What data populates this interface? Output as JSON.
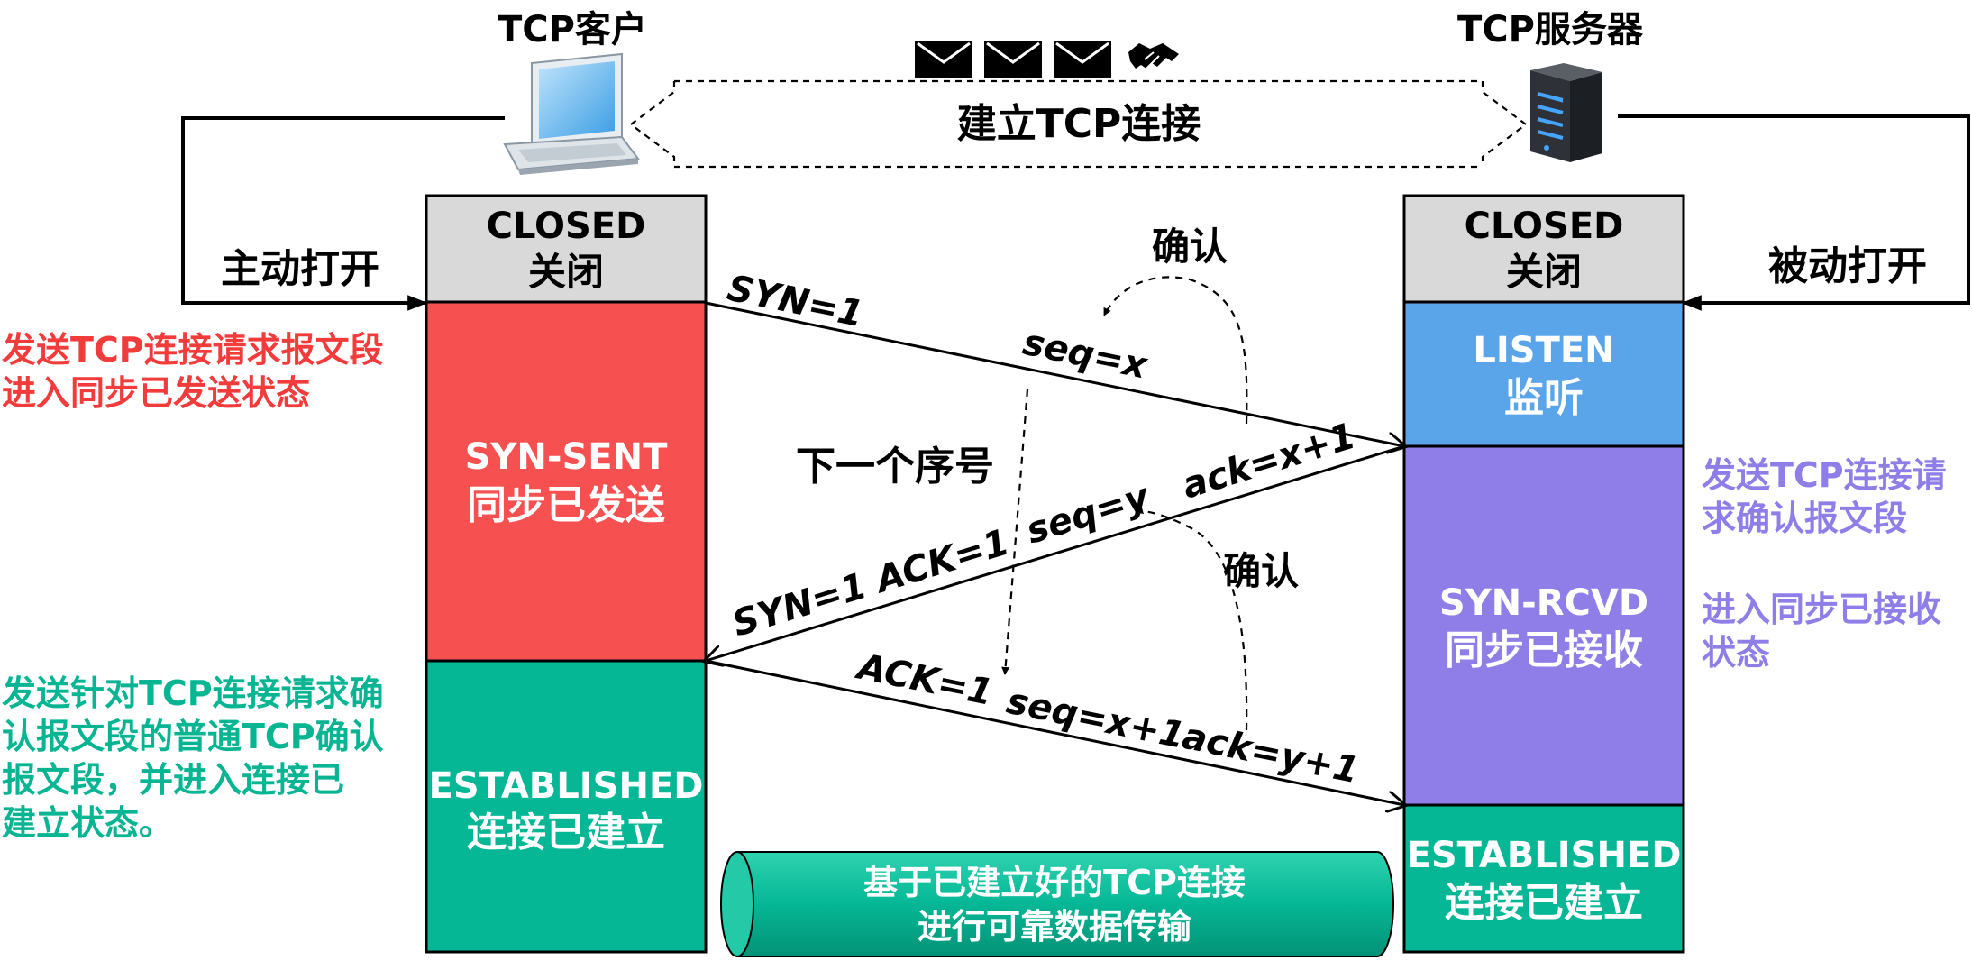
{
  "colors": {
    "closed": "#d9d9d9",
    "syn_sent": "#f75050",
    "established": "#05b795",
    "listen": "#5aa5ea",
    "syn_rcvd": "#8f7ee8",
    "note_red": "#f23b3b",
    "note_green": "#07b592",
    "note_purple": "#8f7ee8",
    "line": "#000000"
  },
  "header": {
    "client_title": "TCP客户",
    "server_title": "TCP服务器",
    "connection_label": "建立TCP连接",
    "icons": [
      "envelope-icon",
      "envelope-icon",
      "envelope-icon",
      "handshake-icon"
    ]
  },
  "client": {
    "open_label": "主动打开",
    "states": [
      {
        "name": "CLOSED",
        "cn": "关闭"
      },
      {
        "name": "SYN-SENT",
        "cn": "同步已发送"
      },
      {
        "name": "ESTABLISHED",
        "cn": "连接已建立"
      }
    ],
    "notes": {
      "syn_sent": [
        "发送TCP连接请求报文段",
        "进入同步已发送状态"
      ],
      "established": [
        "发送针对TCP连接请求确",
        "认报文段的普通TCP确认",
        "报文段，并进入连接已",
        "建立状态。"
      ]
    }
  },
  "server": {
    "open_label": "被动打开",
    "states": [
      {
        "name": "CLOSED",
        "cn": "关闭"
      },
      {
        "name": "LISTEN",
        "cn": "监听"
      },
      {
        "name": "SYN-RCVD",
        "cn": "同步已接收"
      },
      {
        "name": "ESTABLISHED",
        "cn": "连接已建立"
      }
    ],
    "notes": {
      "syn_rcvd_a": [
        "发送TCP连接请",
        "求确认报文段"
      ],
      "syn_rcvd_b": [
        "进入同步已接收",
        "状态"
      ]
    }
  },
  "messages": {
    "m1_flags": "SYN=1",
    "m1_seq": "seq=x",
    "m2_flags": "SYN=1  ACK=1",
    "m2_seq": "seq=y",
    "m2_ack": "ack=x+1",
    "m3_flags": "ACK=1",
    "m3_seq": "seq=x+1",
    "m3_ack": "ack=y+1"
  },
  "annotations": {
    "confirm_1": "确认",
    "confirm_2": "确认",
    "next_seq": "下一个序号"
  },
  "transfer": [
    "基于已建立好的TCP连接",
    "进行可靠数据传输"
  ]
}
